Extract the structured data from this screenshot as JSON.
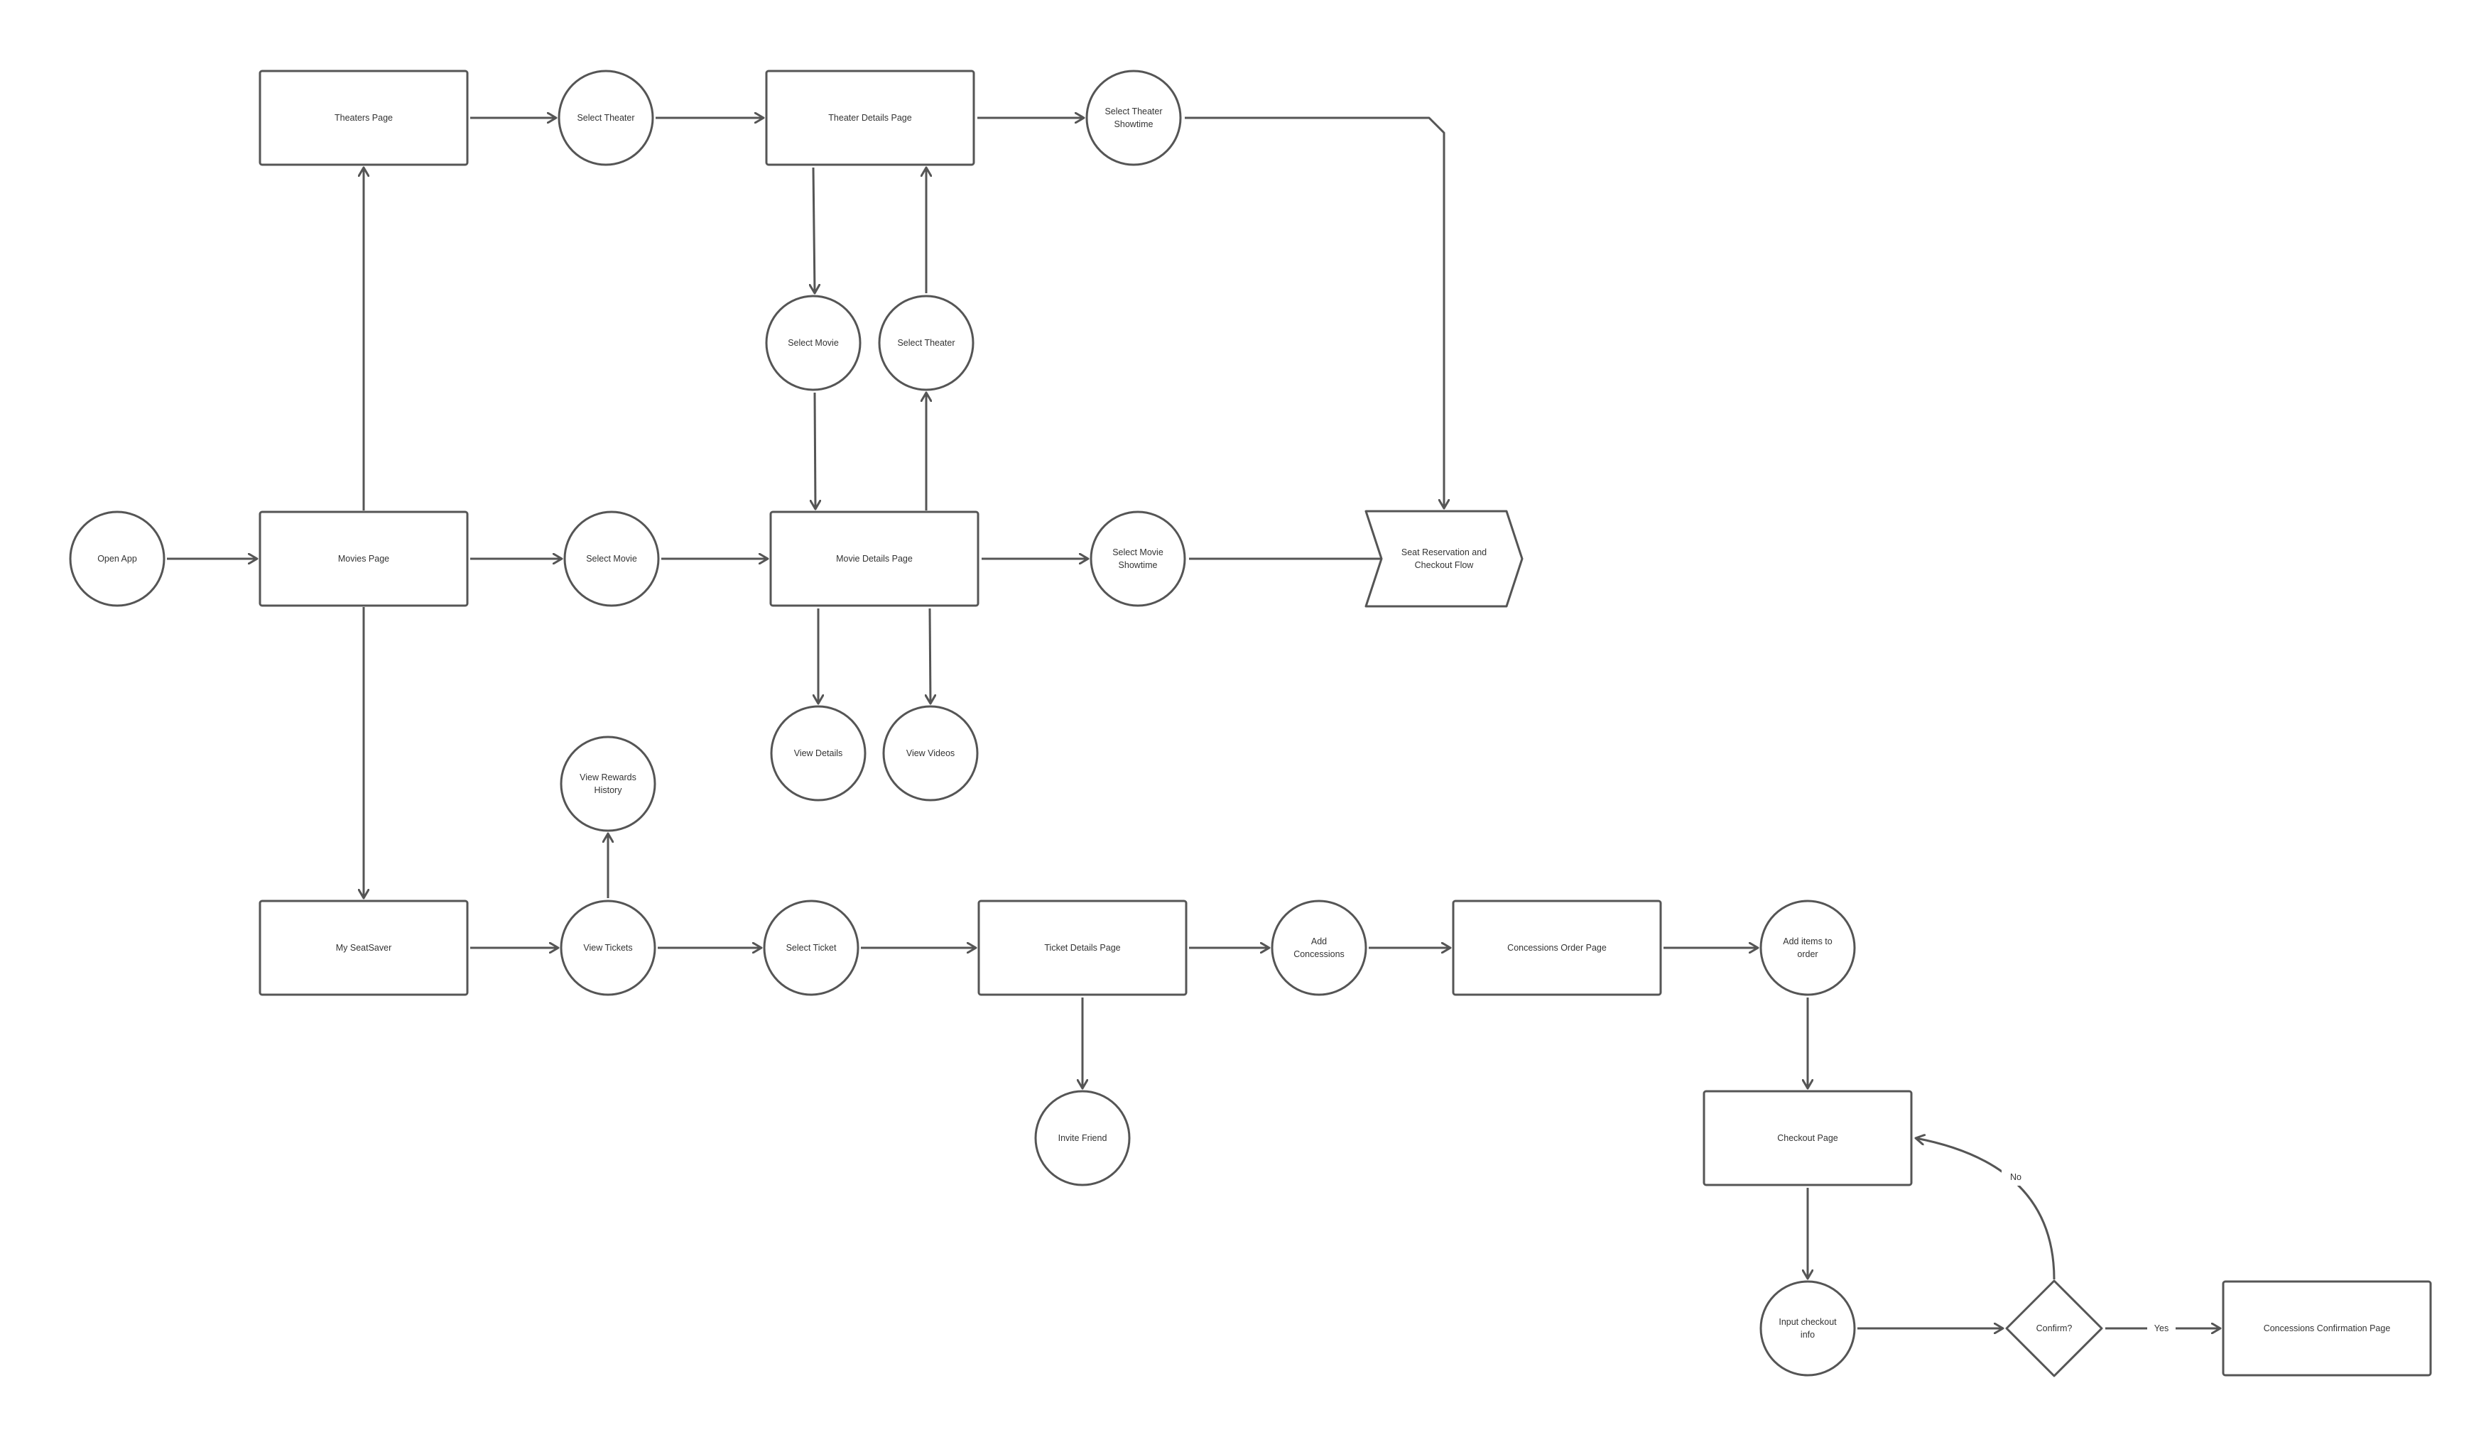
{
  "diagram": {
    "nodes": [
      {
        "id": "open-app",
        "shape": "circle",
        "lines": [
          "Open App"
        ]
      },
      {
        "id": "movies-page",
        "shape": "rect",
        "lines": [
          "Movies Page"
        ]
      },
      {
        "id": "theaters-page",
        "shape": "rect",
        "lines": [
          "Theaters Page"
        ]
      },
      {
        "id": "my-seatsaver",
        "shape": "rect",
        "lines": [
          "My SeatSaver"
        ]
      },
      {
        "id": "select-theater-top",
        "shape": "circle",
        "lines": [
          "Select Theater"
        ]
      },
      {
        "id": "theater-details-page",
        "shape": "rect",
        "lines": [
          "Theater Details Page"
        ]
      },
      {
        "id": "select-theater-showtime",
        "shape": "circle",
        "lines": [
          "Select Theater",
          "Showtime"
        ]
      },
      {
        "id": "select-movie-mid",
        "shape": "circle",
        "lines": [
          "Select Movie"
        ]
      },
      {
        "id": "select-theater-mid",
        "shape": "circle",
        "lines": [
          "Select Theater"
        ]
      },
      {
        "id": "select-movie",
        "shape": "circle",
        "lines": [
          "Select Movie"
        ]
      },
      {
        "id": "movie-details-page",
        "shape": "rect",
        "lines": [
          "Movie Details Page"
        ]
      },
      {
        "id": "select-movie-showtime",
        "shape": "circle",
        "lines": [
          "Select Movie",
          "Showtime"
        ]
      },
      {
        "id": "seat-reservation-flow",
        "shape": "chevron",
        "lines": [
          "Seat Reservation and",
          "Checkout Flow"
        ]
      },
      {
        "id": "view-details",
        "shape": "circle",
        "lines": [
          "View Details"
        ]
      },
      {
        "id": "view-videos",
        "shape": "circle",
        "lines": [
          "View Videos"
        ]
      },
      {
        "id": "view-rewards-history",
        "shape": "circle",
        "lines": [
          "View Rewards",
          "History"
        ]
      },
      {
        "id": "view-tickets",
        "shape": "circle",
        "lines": [
          "View Tickets"
        ]
      },
      {
        "id": "select-ticket",
        "shape": "circle",
        "lines": [
          "Select Ticket"
        ]
      },
      {
        "id": "ticket-details-page",
        "shape": "rect",
        "lines": [
          "Ticket Details Page"
        ]
      },
      {
        "id": "invite-friend",
        "shape": "circle",
        "lines": [
          "Invite Friend"
        ]
      },
      {
        "id": "add-concessions",
        "shape": "circle",
        "lines": [
          "Add",
          "Concessions"
        ]
      },
      {
        "id": "concessions-order-page",
        "shape": "rect",
        "lines": [
          "Concessions Order Page"
        ]
      },
      {
        "id": "add-items-to-order",
        "shape": "circle",
        "lines": [
          "Add items to",
          "order"
        ]
      },
      {
        "id": "checkout-page",
        "shape": "rect",
        "lines": [
          "Checkout Page"
        ]
      },
      {
        "id": "input-checkout-info",
        "shape": "circle",
        "lines": [
          "Input checkout",
          "info"
        ]
      },
      {
        "id": "confirm-decision",
        "shape": "diamond",
        "lines": [
          "Confirm?"
        ]
      },
      {
        "id": "concessions-confirmation-page",
        "shape": "rect",
        "lines": [
          "Concessions Confirmation Page"
        ]
      }
    ],
    "edges": [
      {
        "from": "open-app",
        "to": "movies-page",
        "label": ""
      },
      {
        "from": "movies-page",
        "to": "theaters-page",
        "label": ""
      },
      {
        "from": "movies-page",
        "to": "my-seatsaver",
        "label": ""
      },
      {
        "from": "movies-page",
        "to": "select-movie",
        "label": ""
      },
      {
        "from": "theaters-page",
        "to": "select-theater-top",
        "label": ""
      },
      {
        "from": "select-theater-top",
        "to": "theater-details-page",
        "label": ""
      },
      {
        "from": "theater-details-page",
        "to": "select-theater-showtime",
        "label": ""
      },
      {
        "from": "select-theater-showtime",
        "to": "seat-reservation-flow",
        "label": ""
      },
      {
        "from": "theater-details-page",
        "to": "select-movie-mid",
        "label": ""
      },
      {
        "from": "select-movie-mid",
        "to": "movie-details-page",
        "label": ""
      },
      {
        "from": "movie-details-page",
        "to": "select-theater-mid",
        "label": ""
      },
      {
        "from": "select-theater-mid",
        "to": "theater-details-page",
        "label": ""
      },
      {
        "from": "select-movie",
        "to": "movie-details-page",
        "label": ""
      },
      {
        "from": "movie-details-page",
        "to": "select-movie-showtime",
        "label": ""
      },
      {
        "from": "select-movie-showtime",
        "to": "seat-reservation-flow",
        "label": ""
      },
      {
        "from": "movie-details-page",
        "to": "view-details",
        "label": ""
      },
      {
        "from": "movie-details-page",
        "to": "view-videos",
        "label": ""
      },
      {
        "from": "my-seatsaver",
        "to": "view-tickets",
        "label": ""
      },
      {
        "from": "view-tickets",
        "to": "view-rewards-history",
        "label": ""
      },
      {
        "from": "view-tickets",
        "to": "select-ticket",
        "label": ""
      },
      {
        "from": "select-ticket",
        "to": "ticket-details-page",
        "label": ""
      },
      {
        "from": "ticket-details-page",
        "to": "invite-friend",
        "label": ""
      },
      {
        "from": "ticket-details-page",
        "to": "add-concessions",
        "label": ""
      },
      {
        "from": "add-concessions",
        "to": "concessions-order-page",
        "label": ""
      },
      {
        "from": "concessions-order-page",
        "to": "add-items-to-order",
        "label": ""
      },
      {
        "from": "add-items-to-order",
        "to": "checkout-page",
        "label": ""
      },
      {
        "from": "checkout-page",
        "to": "input-checkout-info",
        "label": ""
      },
      {
        "from": "input-checkout-info",
        "to": "confirm-decision",
        "label": ""
      },
      {
        "from": "confirm-decision",
        "to": "concessions-confirmation-page",
        "label": "Yes"
      },
      {
        "from": "confirm-decision",
        "to": "checkout-page",
        "label": "No"
      }
    ]
  }
}
